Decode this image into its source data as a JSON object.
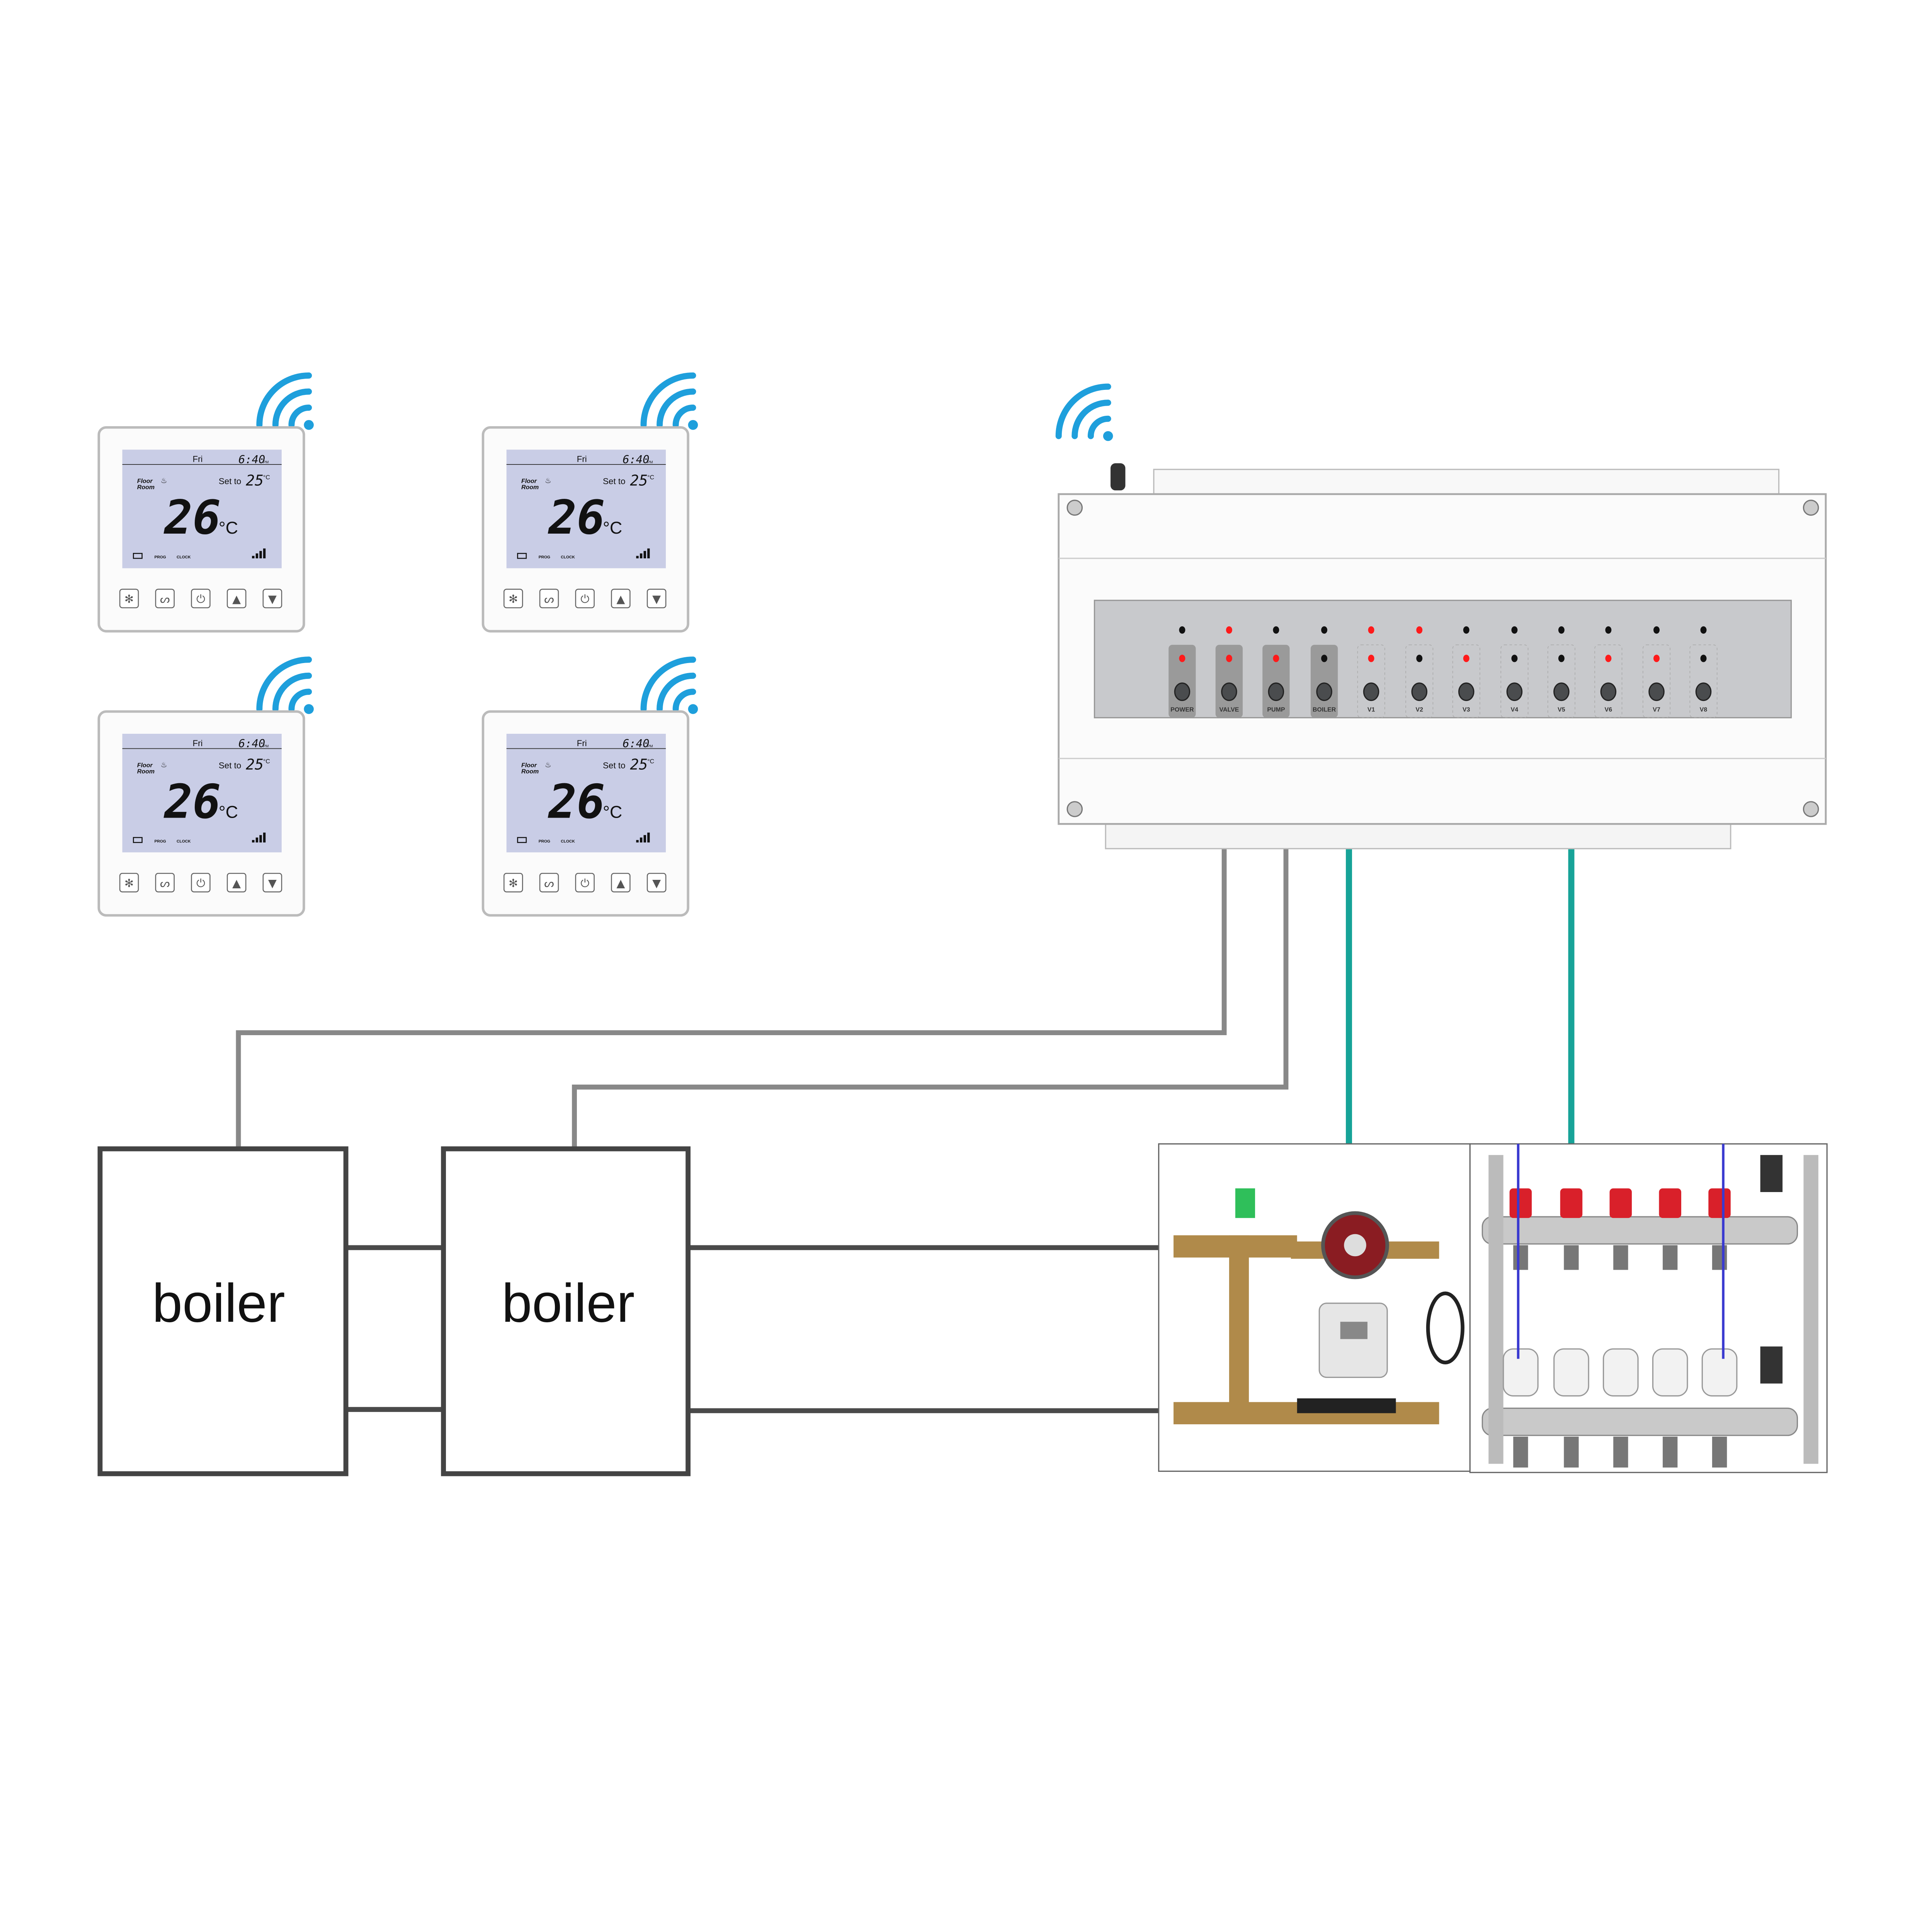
{
  "thermostat": {
    "day": "Fri",
    "time": "6:40",
    "ampm": "PM",
    "mode_line1": "Floor",
    "mode_line2": "Room",
    "set_label": "Set to",
    "set_temp": "25",
    "set_unit": "°C",
    "current_temp": "26",
    "current_unit": "°C",
    "prog": "PROG",
    "clock": "CLOCK",
    "buttons": [
      "snowflake-icon",
      "fan-icon",
      "power-icon",
      "arrow-up-icon",
      "arrow-down-icon"
    ]
  },
  "thermostat_count": 4,
  "controller": {
    "channels": [
      {
        "label": "POWER",
        "top_led": "off",
        "led": "on"
      },
      {
        "label": "VALVE",
        "top_led": "on",
        "led": "on"
      },
      {
        "label": "PUMP",
        "top_led": "off",
        "led": "on"
      },
      {
        "label": "BOILER",
        "top_led": "off",
        "led": "off"
      },
      {
        "label": "V1",
        "top_led": "on",
        "led": "on"
      },
      {
        "label": "V2",
        "top_led": "on",
        "led": "off"
      },
      {
        "label": "V3",
        "top_led": "off",
        "led": "on"
      },
      {
        "label": "V4",
        "top_led": "off",
        "led": "off"
      },
      {
        "label": "V5",
        "top_led": "off",
        "led": "off"
      },
      {
        "label": "V6",
        "top_led": "off",
        "led": "on"
      },
      {
        "label": "V7",
        "top_led": "off",
        "led": "on"
      },
      {
        "label": "V8",
        "top_led": "off",
        "led": "off"
      }
    ]
  },
  "boilers": [
    {
      "label": "boiler"
    },
    {
      "label": "boiler"
    }
  ],
  "colors": {
    "wifi": "#1e9fdc",
    "led_on": "#ff1a1a",
    "led_off": "#111111",
    "wire_gray": "#888888",
    "wire_teal": "#17a398",
    "pipe": "#4a4a4a",
    "lcd_bg": "#c9cde6"
  }
}
